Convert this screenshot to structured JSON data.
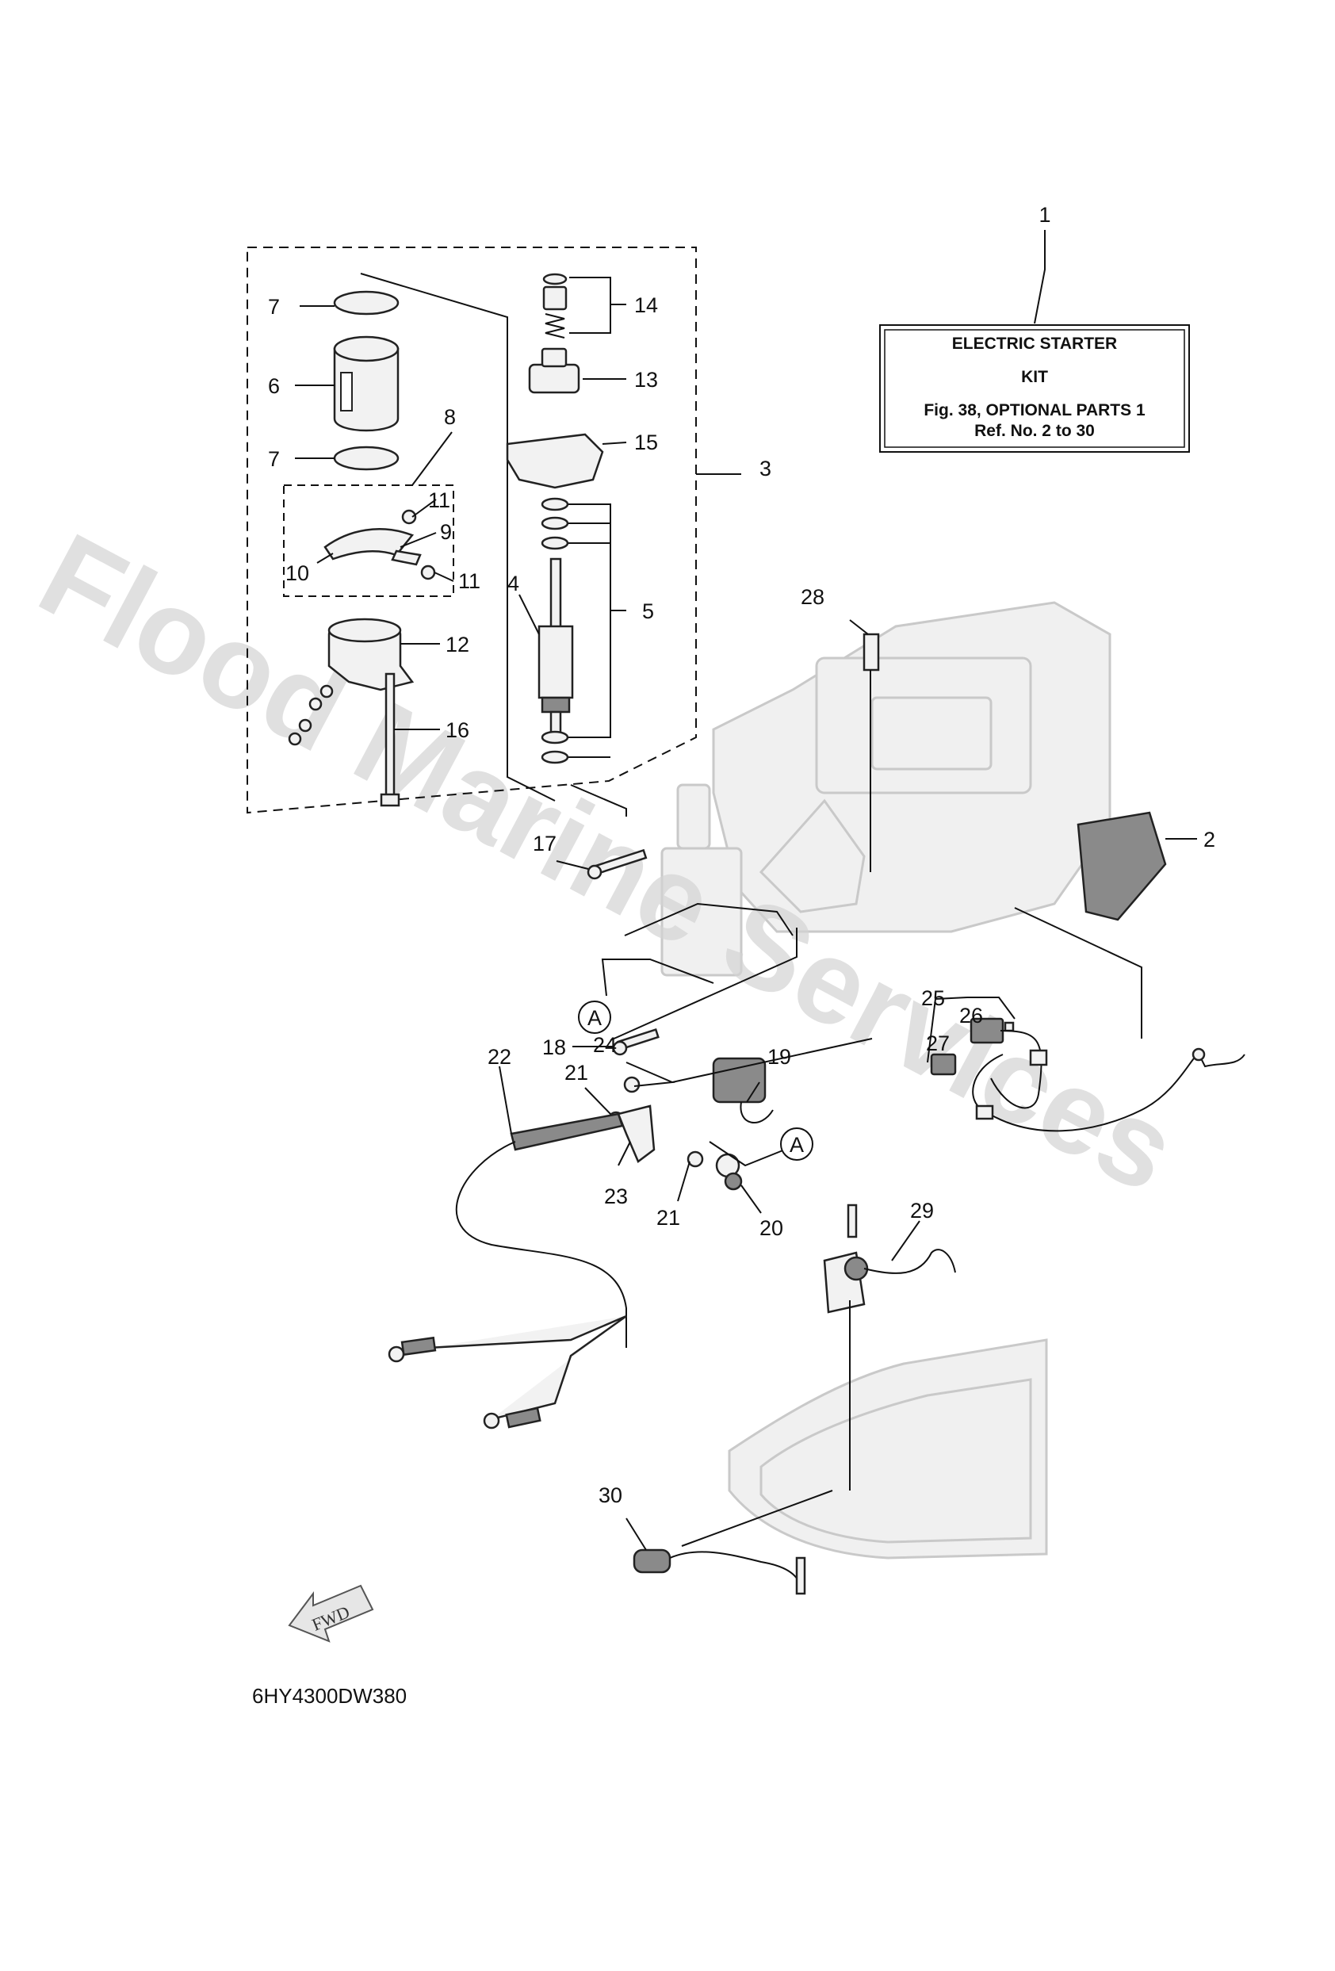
{
  "watermark": "Flood Marine Services",
  "kit_box": {
    "line1": "ELECTRIC  STARTER",
    "line2": "KIT",
    "line3": "Fig. 38, OPTIONAL PARTS 1",
    "line4": "Ref. No. 2 to 30"
  },
  "diagram_code": "6HY4300DW380",
  "fwd_label": "FWD",
  "ref_a": "A",
  "callouts": {
    "c1": "1",
    "c2": "2",
    "c3": "3",
    "c4": "4",
    "c5": "5",
    "c6": "6",
    "c7a": "7",
    "c7b": "7",
    "c8": "8",
    "c9": "9",
    "c10": "10",
    "c11a": "11",
    "c11b": "11",
    "c12": "12",
    "c13": "13",
    "c14": "14",
    "c15": "15",
    "c16": "16",
    "c17": "17",
    "c18": "18",
    "c19": "19",
    "c20": "20",
    "c21a": "21",
    "c21b": "21",
    "c22": "22",
    "c23": "23",
    "c24": "24",
    "c25": "25",
    "c26": "26",
    "c27": "27",
    "c28": "28",
    "c29": "29",
    "c30": "30"
  }
}
